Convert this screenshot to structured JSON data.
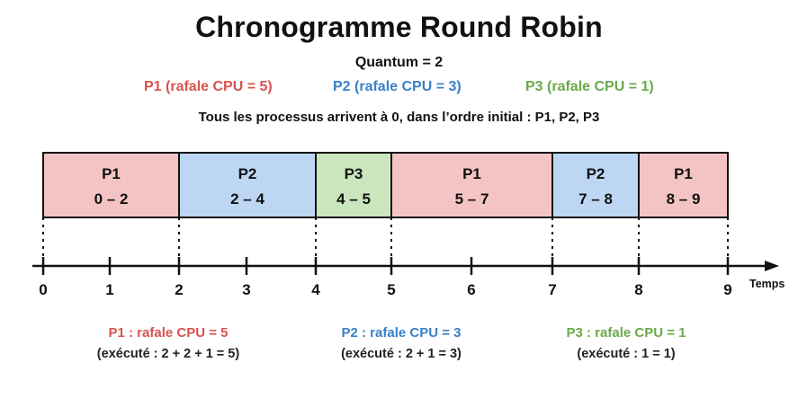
{
  "title": "Chronogramme Round Robin",
  "quantum_label": "Quantum = 2",
  "processes": [
    {
      "id": "P1",
      "legend": "P1 (rafale CPU = 5)",
      "fill": "#f4c4c4",
      "text_color": "#d9534f"
    },
    {
      "id": "P2",
      "legend": "P2 (rafale CPU = 3)",
      "fill": "#bcd6f3",
      "text_color": "#3a80c9"
    },
    {
      "id": "P3",
      "legend": "P3 (rafale CPU = 1)",
      "fill": "#c9e6bd",
      "text_color": "#6aaa4a"
    }
  ],
  "note": "Tous les processus arrivent à 0, dans l’ordre initial : P1, P2, P3",
  "chart_data": {
    "type": "gantt",
    "segments": [
      {
        "process": "P1",
        "start": 0,
        "end": 2,
        "label": "0 – 2"
      },
      {
        "process": "P2",
        "start": 2,
        "end": 4,
        "label": "2 – 4"
      },
      {
        "process": "P3",
        "start": 4,
        "end": 5,
        "label": "4 – 5"
      },
      {
        "process": "P1",
        "start": 5,
        "end": 7,
        "label": "5 – 7"
      },
      {
        "process": "P2",
        "start": 7,
        "end": 8,
        "label": "7 – 8"
      },
      {
        "process": "P1",
        "start": 8,
        "end": 9,
        "label": "8 – 9"
      }
    ],
    "ticks": [
      0,
      1,
      2,
      3,
      4,
      5,
      6,
      7,
      8,
      9
    ],
    "boundaries": [
      0,
      2,
      4,
      5,
      7,
      8,
      9
    ],
    "xlabel": "Temps",
    "xlim": [
      0,
      9
    ]
  },
  "summaries": [
    {
      "process": "P1",
      "title": "P1 : rafale CPU = 5",
      "executed": "(exécuté : 2 + 2 + 1 = 5)"
    },
    {
      "process": "P2",
      "title": "P2 : rafale CPU = 3",
      "executed": "(exécuté : 2 + 1 = 3)"
    },
    {
      "process": "P3",
      "title": "P3 : rafale CPU = 1",
      "executed": "(exécuté : 1 = 1)"
    }
  ]
}
